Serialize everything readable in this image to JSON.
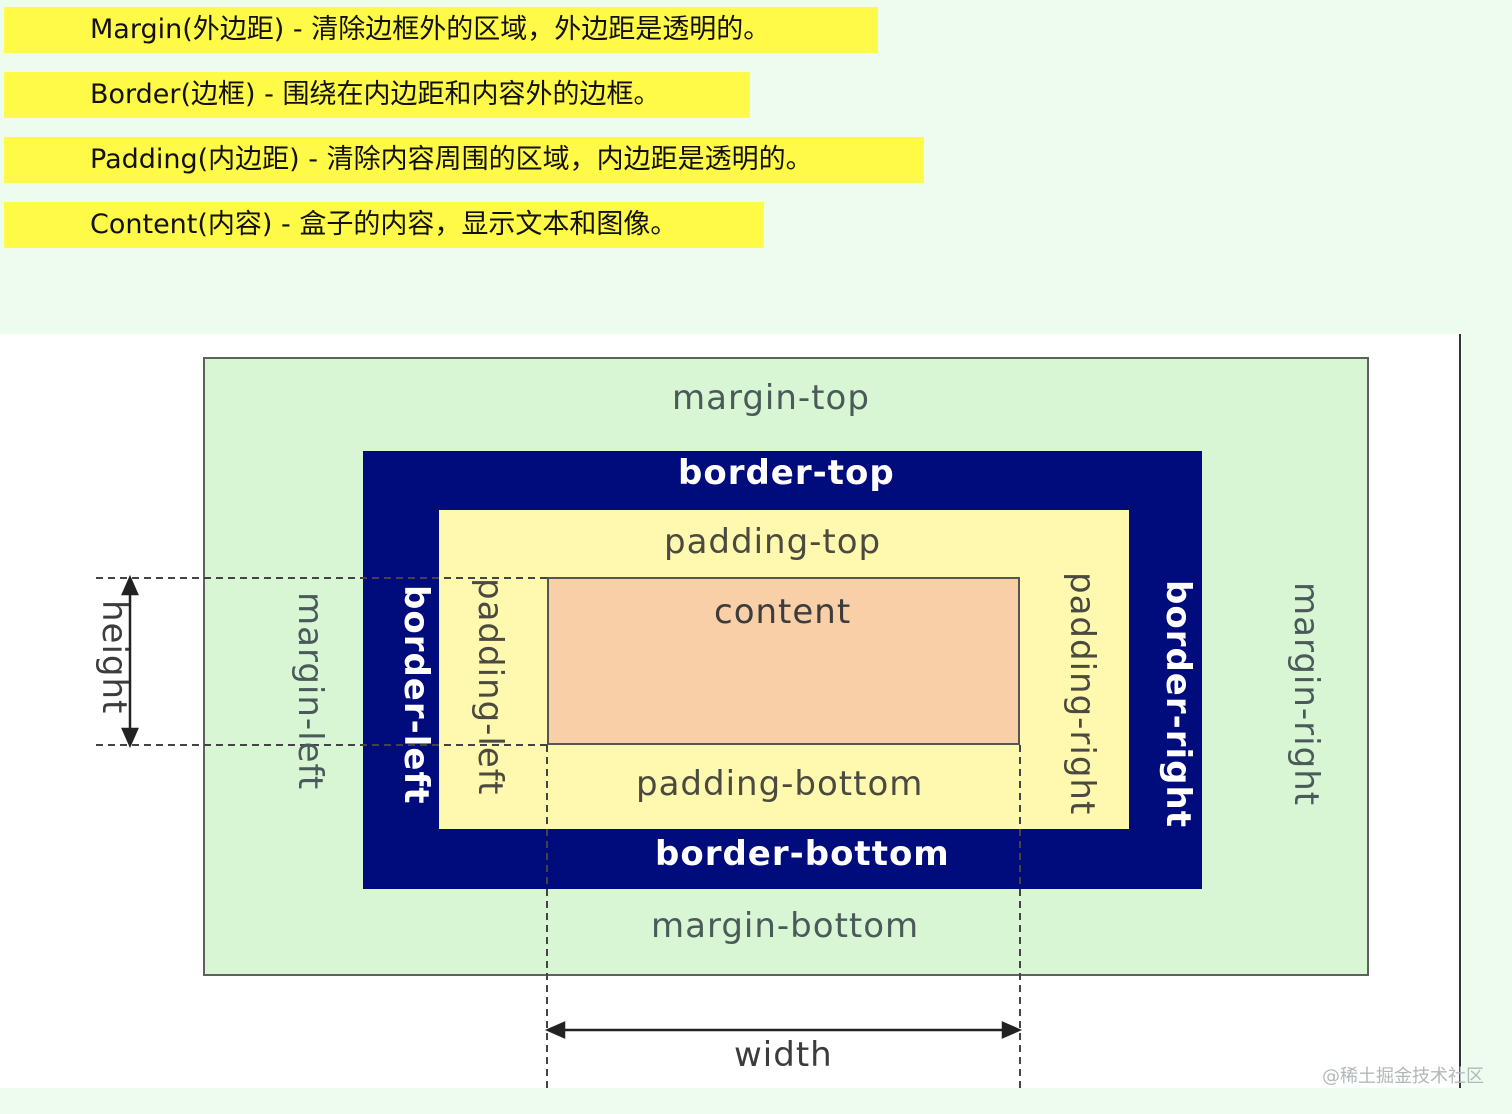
{
  "notes": [
    "Margin(外边距) - 清除边框外的区域，外边距是透明的。",
    "Border(边框) - 围绕在内边距和内容外的边框。",
    "Padding(内边距) - 清除内容周围的区域，内边距是透明的。",
    "Content(内容) - 盒子的内容，显示文本和图像。"
  ],
  "labels": {
    "margin_top": "margin-top",
    "margin_bottom": "margin-bottom",
    "margin_left": "margin-left",
    "margin_right": "margin-right",
    "border_top": "border-top",
    "border_bottom": "border-bottom",
    "border_left": "border-left",
    "border_right": "border-right",
    "padding_top": "padding-top",
    "padding_bottom": "padding-bottom",
    "padding_left": "padding-left",
    "padding_right": "padding-right",
    "content": "content",
    "height": "height",
    "width": "width"
  },
  "colors": {
    "margin": "#d9f6d4",
    "border": "#000b7c",
    "padding": "#fff9b0",
    "content": "#f8cfa6",
    "highlight": "#fff947"
  },
  "watermark": "@稀土掘金技术社区"
}
